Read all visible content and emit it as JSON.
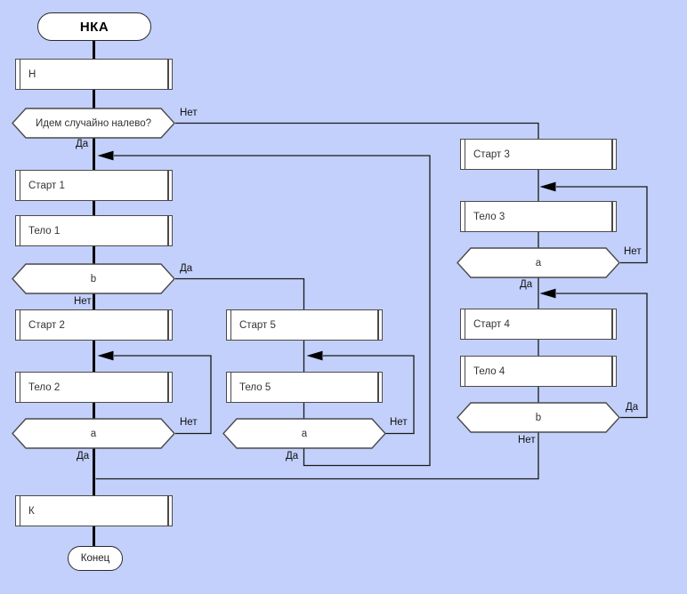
{
  "diagram": {
    "terminals": {
      "start": "НКА",
      "end": "Конец"
    },
    "labels": {
      "yes": "Да",
      "no": "Нет"
    },
    "nodes": {
      "h": "Н",
      "q_main": "Идем случайно налево?",
      "start1": "Старт 1",
      "body1": "Тело 1",
      "q_b_left": "b",
      "start2": "Старт 2",
      "body2": "Тело 2",
      "q_a_left": "a",
      "start5": "Старт 5",
      "body5": "Тело 5",
      "q_a_mid": "a",
      "start3": "Старт 3",
      "body3": "Тело 3",
      "q_a_right": "a",
      "start4": "Старт 4",
      "body4": "Тело 4",
      "q_b_right": "b",
      "k": "К"
    },
    "colors": {
      "background": "#c3d0fb",
      "node_fill": "#ffffff",
      "node_border": "#4a4a4a",
      "line": "#1a1a1a",
      "main_line": "#000000"
    }
  }
}
